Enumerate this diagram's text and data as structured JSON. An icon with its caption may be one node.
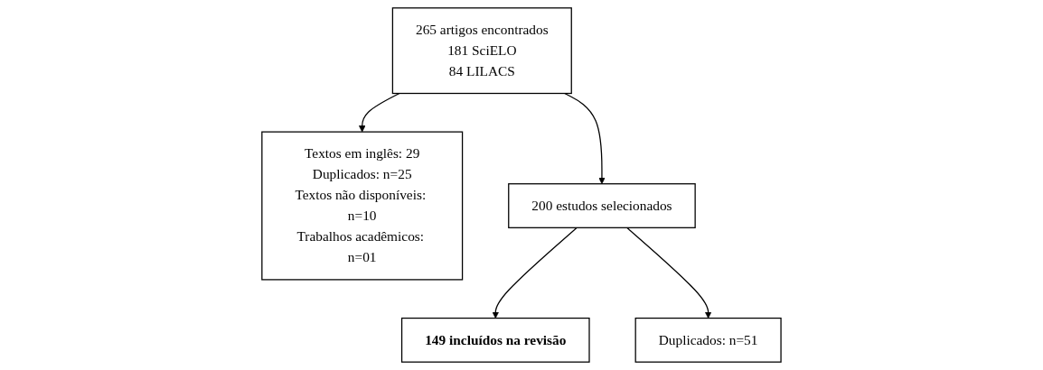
{
  "diagram": {
    "nodes": [
      {
        "text": [
          "265 artigos encontrados",
          "181 SciELO",
          "84 LILACS"
        ]
      },
      {
        "text": [
          "Textos em inglês: 29",
          "Duplicados: n=25",
          "Textos não disponíveis: n=10",
          "Trabalhos acadêmicos: n=01"
        ]
      },
      {
        "text": [
          "200 estudos selecionados"
        ]
      },
      {
        "text": [
          "Duplicados: n=51"
        ]
      },
      {
        "text": [
          "149 incluídos na revisão"
        ]
      }
    ],
    "edges": [
      {
        "from": 0,
        "to": 2,
        "arrow": "to"
      },
      {
        "from": 0,
        "to": 1,
        "arrow": "to"
      },
      {
        "from": 2,
        "to": 4,
        "arrow": "to"
      },
      {
        "from": 2,
        "to": 3,
        "arrow": "to"
      }
    ]
  }
}
